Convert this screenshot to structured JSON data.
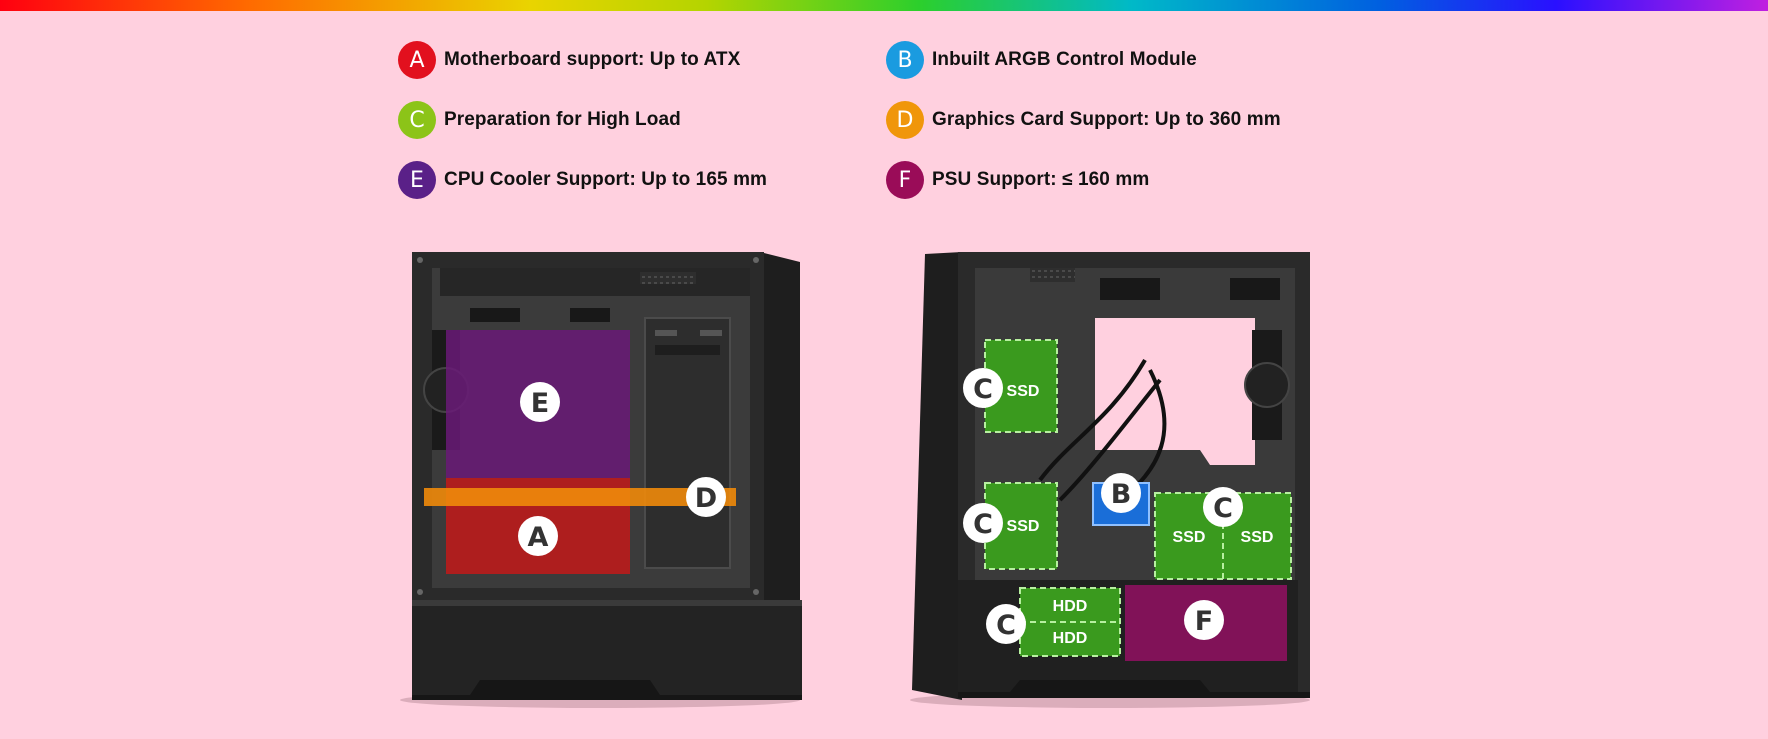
{
  "features": [
    {
      "letter": "A",
      "text": "Motherboard support: Up to ATX",
      "color": "#e2101e"
    },
    {
      "letter": "B",
      "text": "Inbuilt ARGB Control Module",
      "color": "#1a9be0"
    },
    {
      "letter": "C",
      "text": "Preparation for High Load",
      "color": "#8cc418"
    },
    {
      "letter": "D",
      "text": "Graphics Card Support: Up to 360 mm",
      "color": "#f0960a"
    },
    {
      "letter": "E",
      "text": "CPU Cooler Support: Up to 165 mm",
      "color": "#5a2088"
    },
    {
      "letter": "F",
      "text": "PSU Support: ≤ 160 mm",
      "color": "#9a0c58"
    }
  ],
  "front_case": {
    "markers": {
      "e": "E",
      "d": "D",
      "a": "A"
    }
  },
  "rear_case": {
    "markers": {
      "c1": "C",
      "c2": "C",
      "c3": "C",
      "c4": "C",
      "b": "B",
      "f": "F"
    },
    "labels": {
      "ssd": "SSD",
      "hdd": "HDD"
    }
  }
}
